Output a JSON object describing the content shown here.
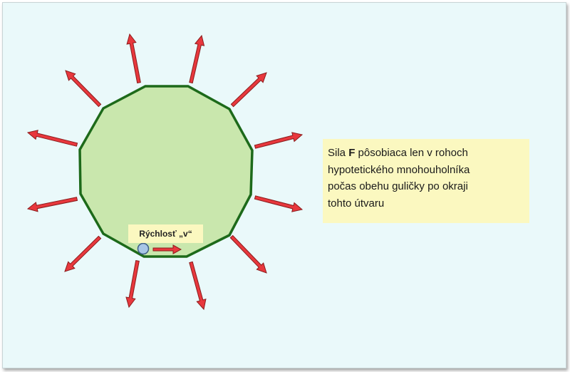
{
  "info": {
    "prefix": "Sila",
    "bold": "F",
    "suffix": "pôsobiaca len v rohoch",
    "line2": "hypotetického mnohouholníka",
    "line3": "počas obehu guličky po okraji",
    "line4": "tohto útvaru"
  },
  "speed_label": "Rýchlosť „v“",
  "colors": {
    "background": "#eaf9fa",
    "polygon_fill": "#c9e7ad",
    "polygon_stroke": "#1d6a1a",
    "arrow_fill": "#e8383d",
    "arrow_stroke": "#8a1c1c",
    "note_fill": "#fbf8c0",
    "ball_fill": "#a8c6e6"
  }
}
